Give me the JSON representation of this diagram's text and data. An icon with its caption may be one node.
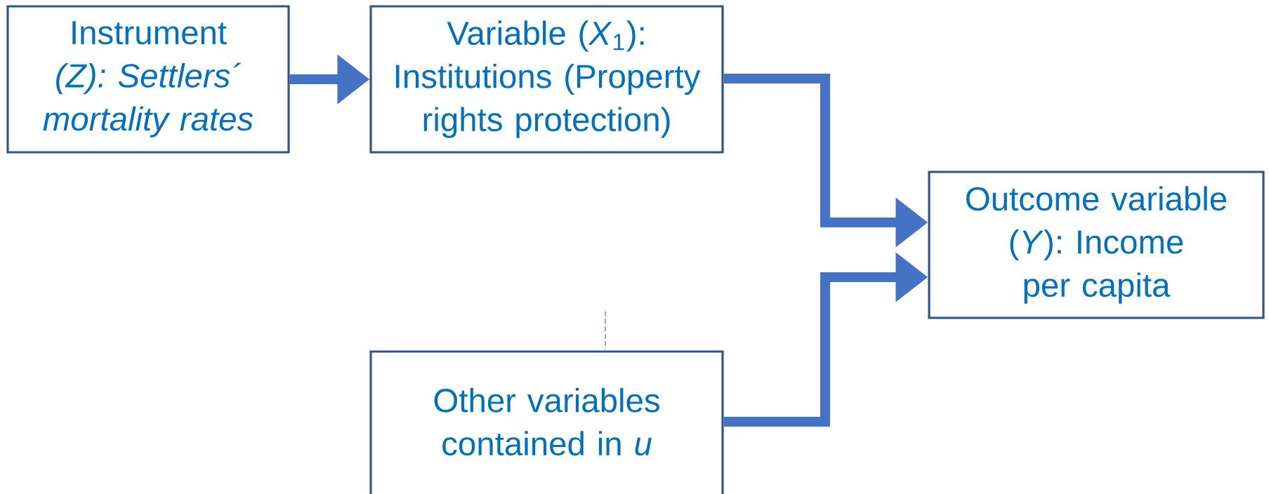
{
  "diagram": {
    "nodes": [
      {
        "text": [
          "Instrument *(Z):* *Settlers´ mortality rates*"
        ]
      },
      {
        "text": [
          "Variable (*X*$_{1}$): Institutions (Property rights protection)"
        ]
      },
      {
        "text": [
          "Outcome variable (*Y*): Income per capita"
        ]
      },
      {
        "text": [
          "Other variables contained in *u*"
        ]
      }
    ],
    "edges": [
      {
        "from": 0,
        "to": 1,
        "arrow": "to"
      },
      {
        "from": 1,
        "to": 2,
        "arrow": "to"
      },
      {
        "from": 3,
        "to": 2,
        "arrow": "to"
      }
    ]
  }
}
